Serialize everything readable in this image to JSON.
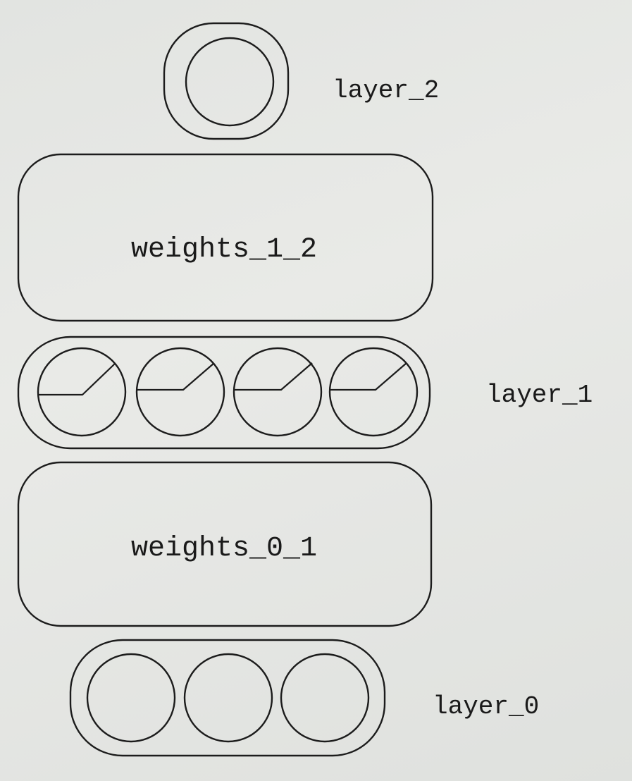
{
  "diagram": {
    "layers": [
      {
        "id": "layer_2",
        "label": "layer_2",
        "neurons": 1,
        "activation": "none"
      },
      {
        "id": "layer_1",
        "label": "layer_1",
        "neurons": 4,
        "activation": "relu"
      },
      {
        "id": "layer_0",
        "label": "layer_0",
        "neurons": 3,
        "activation": "none"
      }
    ],
    "weights": [
      {
        "id": "weights_1_2",
        "label": "weights_1_2"
      },
      {
        "id": "weights_0_1",
        "label": "weights_0_1"
      }
    ]
  }
}
